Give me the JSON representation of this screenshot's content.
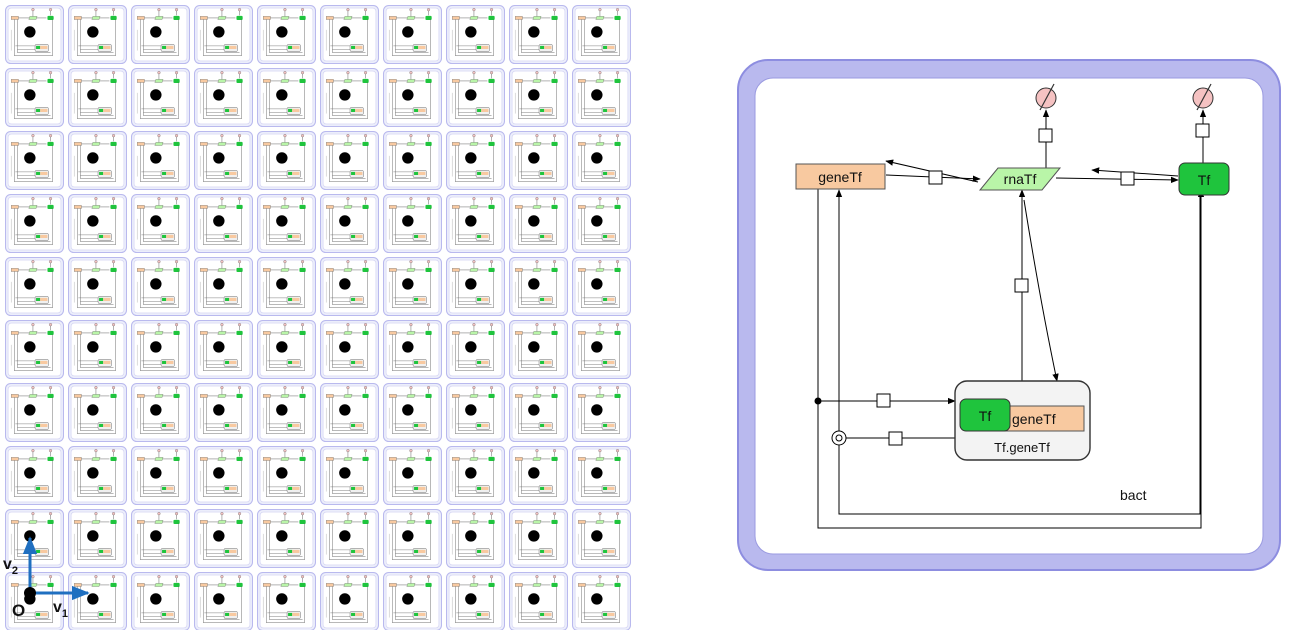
{
  "grid": {
    "rows": 10,
    "cols": 10,
    "axis": {
      "origin_label": "O",
      "v1_label": "v",
      "v1_sub": "1",
      "v2_label": "v",
      "v2_sub": "2"
    }
  },
  "diagram": {
    "compartment_label": "bact",
    "species": {
      "geneTf": "geneTf",
      "rnaTf": "rnaTf",
      "Tf": "Tf"
    },
    "complex": {
      "label": "Tf.geneTf",
      "part_tf": "Tf",
      "part_gene": "geneTf"
    }
  },
  "colors": {
    "gene": "#f8c9a0",
    "rna": "#b9f5a8",
    "protein": "#1fc43d",
    "compartment": "#b9b9ee",
    "compartment_border": "#7f7fd6",
    "sink": "#f5c2c2",
    "axis": "#1f6fc0"
  }
}
